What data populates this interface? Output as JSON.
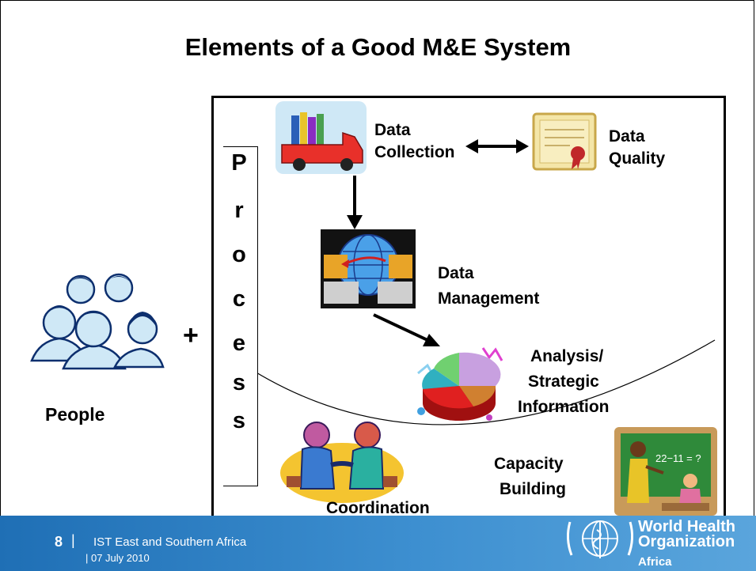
{
  "slide": {
    "title": "Elements of a Good M&E System",
    "process_letters": [
      "P",
      "r",
      "o",
      "c",
      "e",
      "s",
      "s"
    ],
    "labels": {
      "data_collection": [
        "Data",
        "Collection"
      ],
      "data_quality": [
        "Data",
        "Quality"
      ],
      "data_management": [
        "Data",
        "Management"
      ],
      "analysis": [
        "Analysis/",
        "Strategic",
        "Information"
      ],
      "people": "People",
      "plus": "+",
      "capacity_building": [
        "Capacity",
        "Building"
      ],
      "coordination": "Coordination"
    }
  },
  "footer": {
    "page_number": "8",
    "separator": "|",
    "organization": "IST East and Southern Africa",
    "date": "| 07 July 2010",
    "who_lines": [
      "World Health",
      "Organization",
      "Africa"
    ]
  },
  "colors": {
    "footer_blue": "#2f7fc4",
    "text": "#000000"
  },
  "icons": [
    "people-group-icon",
    "truck-books-icon",
    "certificate-icon",
    "computers-globe-icon",
    "pie-chart-icon",
    "handshake-icon",
    "teacher-icon",
    "who-emblem-icon"
  ]
}
